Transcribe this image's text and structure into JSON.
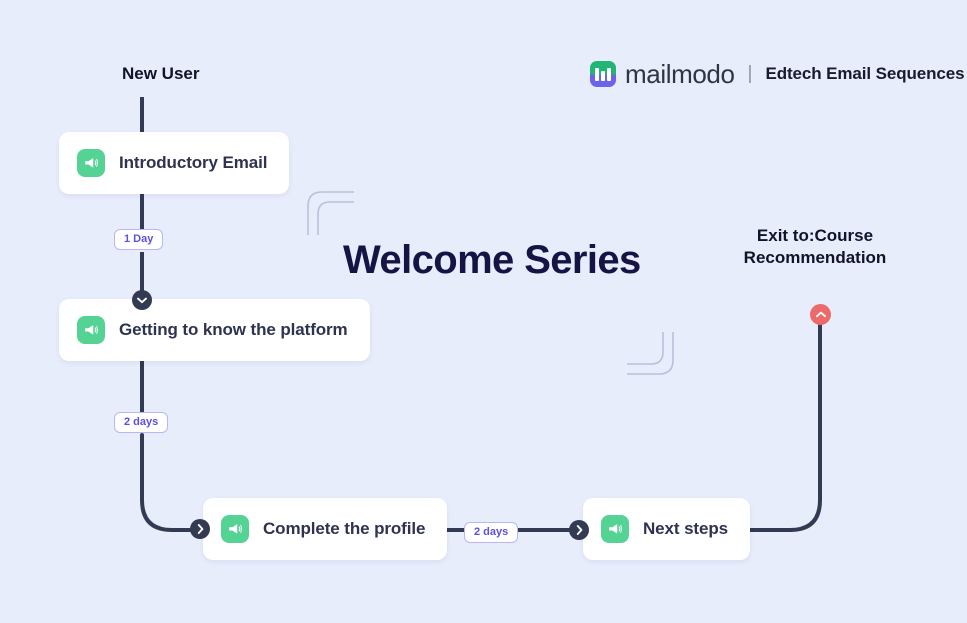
{
  "brand": {
    "logo_icon": "mailmodo-logo-icon",
    "name": "mailmodo",
    "separator": "|",
    "subtitle": "Edtech Email Sequences"
  },
  "flow": {
    "title": "Welcome Series",
    "entry_label": "New User",
    "exit_label_line1": "Exit to:Course",
    "exit_label_line2": "Recommendation"
  },
  "nodes": [
    {
      "id": "introductory-email",
      "label": "Introductory Email",
      "icon": "megaphone-icon"
    },
    {
      "id": "getting-to-know-the-platform",
      "label": "Getting to know the platform",
      "icon": "megaphone-icon"
    },
    {
      "id": "complete-the-profile",
      "label": "Complete the profile",
      "icon": "megaphone-icon"
    },
    {
      "id": "next-steps",
      "label": "Next steps",
      "icon": "megaphone-icon"
    }
  ],
  "delays": [
    {
      "id": "delay-intro-to-getting",
      "label": "1 Day"
    },
    {
      "id": "delay-getting-to-profile",
      "label": "2 days"
    },
    {
      "id": "delay-profile-to-next",
      "label": "2 days"
    }
  ],
  "knobs": [
    {
      "id": "knob-down",
      "icon": "chevron-down-icon"
    },
    {
      "id": "knob-right",
      "icon": "chevron-right-icon"
    },
    {
      "id": "knob-next",
      "icon": "chevron-right-icon"
    },
    {
      "id": "knob-exit",
      "icon": "chevron-up-icon"
    }
  ],
  "colors": {
    "background": "#e8edfc",
    "card": "#ffffff",
    "node_icon": "#54d394",
    "connector": "#333b52",
    "delay_accent": "#5b51e0",
    "exit_accent": "#ec6a6a",
    "title": "#151444",
    "logo_green": "#22b573",
    "logo_purple": "#6c63e8"
  }
}
